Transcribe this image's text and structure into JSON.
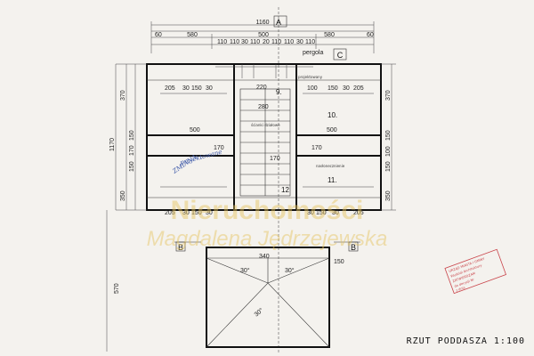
{
  "sheet": {
    "title": "RZUT PODDASZA 1:100",
    "axis_top": "A",
    "axis_right": "C",
    "section_left": "B",
    "section_right": "B"
  },
  "dimensions": {
    "overall_width": "1160",
    "half_left": "580",
    "half_right": "580",
    "center_gap": "500",
    "left_edge": "60",
    "right_edge": "60",
    "top_row": [
      "110",
      "110",
      "30",
      "110",
      "20",
      "110",
      "110",
      "30",
      "110"
    ],
    "room_left_top": [
      "205",
      "30",
      "150",
      "30"
    ],
    "room_right_top": [
      "100",
      "150",
      "30",
      "205"
    ],
    "room_left_bottom": [
      "205",
      "30",
      "150",
      "30"
    ],
    "room_right_bottom": [
      "30",
      "150",
      "30",
      "205"
    ],
    "left_vertical": [
      "370",
      "150",
      "170",
      "150",
      "350"
    ],
    "left_total": "1170",
    "right_vertical": [
      "370",
      "150",
      "100",
      "150",
      "350"
    ],
    "lower_block": "570",
    "mid_labels": [
      "500",
      "500",
      "170",
      "170",
      "170",
      "220",
      "280"
    ],
    "pergola": "pergola",
    "label_width": "340",
    "label_depth": "150"
  },
  "rooms": [
    {
      "number": "9."
    },
    {
      "number": "10."
    },
    {
      "number": "11."
    },
    {
      "number": "12"
    }
  ],
  "roof_angles": [
    "30°",
    "30°",
    "30°"
  ],
  "notes": {
    "left_top": "projektowany",
    "right_top": "nasłonecznienie",
    "center": "ścianki działowe",
    "handwritten_left": "ZMIANA",
    "handwritten_right": "projektowane"
  },
  "watermark": {
    "line1": "Nieruchomości",
    "line2": "Magdalena Jędrzejewska"
  },
  "stamp_text": [
    "URZĄD MIASTA I GMINY",
    "Wydział Architektury",
    "ZATWIERDZAM",
    "do decyzji Nr",
    "z dnia"
  ],
  "colors": {
    "paper": "#f4f2ee",
    "ink": "#111111",
    "watermark": "#e6c35c",
    "stamp": "#c9444a",
    "handwriting": "#3b57a8"
  }
}
